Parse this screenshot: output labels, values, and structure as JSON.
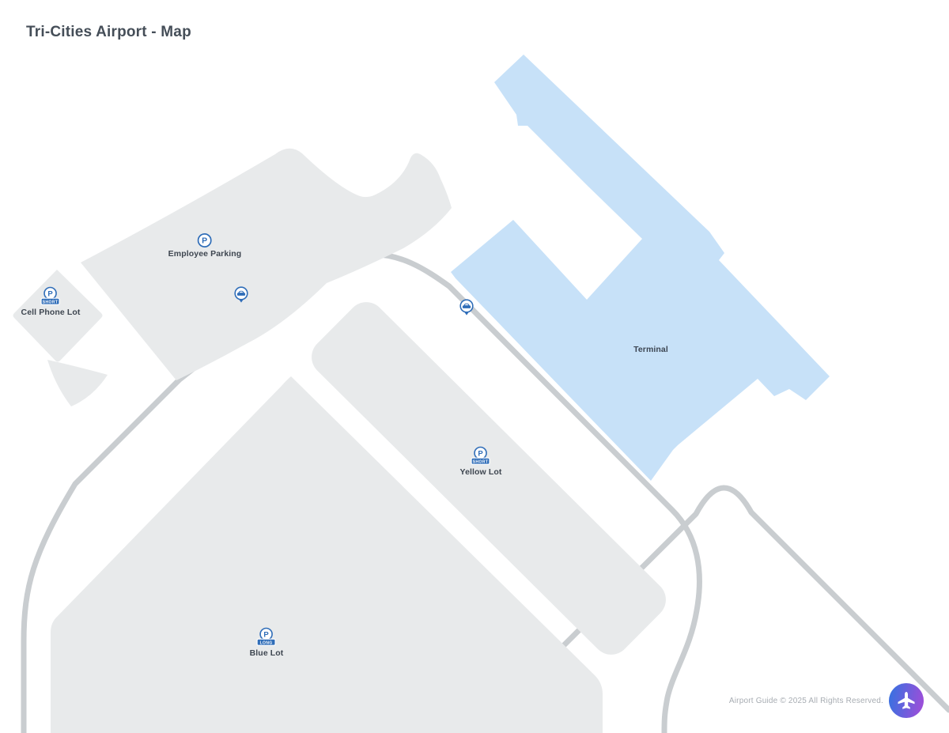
{
  "header": {
    "title": "Tri-Cities Airport - Map"
  },
  "map": {
    "terminal": {
      "label": "Terminal",
      "fill": "#c7e1f8"
    },
    "p_letter": "P",
    "lots": [
      {
        "id": "employee",
        "label": "Employee Parking",
        "icon": "parking-circle-icon"
      },
      {
        "id": "cell_phone",
        "label": "Cell Phone Lot",
        "icon": "parking-sign-icon",
        "banner": "SHORT"
      },
      {
        "id": "yellow",
        "label": "Yellow Lot",
        "icon": "parking-sign-icon",
        "banner": "SHORT"
      },
      {
        "id": "blue",
        "label": "Blue Lot",
        "icon": "parking-sign-icon",
        "banner": "LONG"
      }
    ],
    "pins": [
      {
        "id": "shuttle-pin-west",
        "icon": "car-pin-icon"
      },
      {
        "id": "shuttle-pin-terminal",
        "icon": "car-pin-icon"
      }
    ],
    "colors": {
      "lot_fill": "#e8eaeb",
      "road": "#c9cdd0",
      "icon_blue": "#2f6db8",
      "label_text": "#3e4650"
    }
  },
  "footer": {
    "copyright": "Airport Guide © 2025 All Rights Reserved.",
    "logo_icon": "airplane-icon",
    "logo_gradient": [
      "#3e6fe0",
      "#9a4fd9"
    ]
  }
}
